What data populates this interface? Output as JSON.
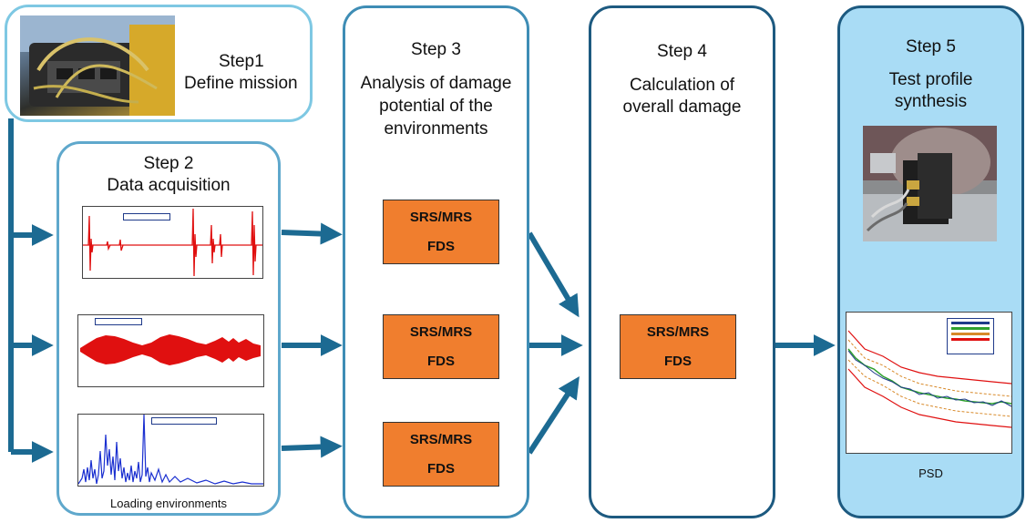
{
  "steps": {
    "step1": {
      "title": "Step1",
      "subtitle": "Define mission"
    },
    "step2": {
      "title": "Step 2",
      "subtitle": "Data acquisition",
      "caption": "Loading environments"
    },
    "step3": {
      "title": "Step 3",
      "line1": "Analysis of damage",
      "line2": "potential  of the",
      "line3": "environments"
    },
    "step4": {
      "title": "Step 4",
      "line1": "Calculation of",
      "line2": "overall damage"
    },
    "step5": {
      "title": "Step 5",
      "line1": "Test profile",
      "line2": "synthesis",
      "psd_label": "PSD"
    }
  },
  "analysis_boxes": [
    {
      "line1": "SRS/MRS",
      "line2": "FDS"
    },
    {
      "line1": "SRS/MRS",
      "line2": "FDS"
    },
    {
      "line1": "SRS/MRS",
      "line2": "FDS"
    }
  ],
  "damage_box": {
    "line1": "SRS/MRS",
    "line2": "FDS"
  },
  "colors": {
    "border_light": "#7ec8e3",
    "border_mid": "#3e8db5",
    "border_dark": "#1d5a80",
    "step5_fill": "#a9dcf5",
    "arrow": "#1c6a92",
    "orange": "#f07e2e",
    "signal_red": "#e01010",
    "signal_blue": "#1a2fd0"
  }
}
